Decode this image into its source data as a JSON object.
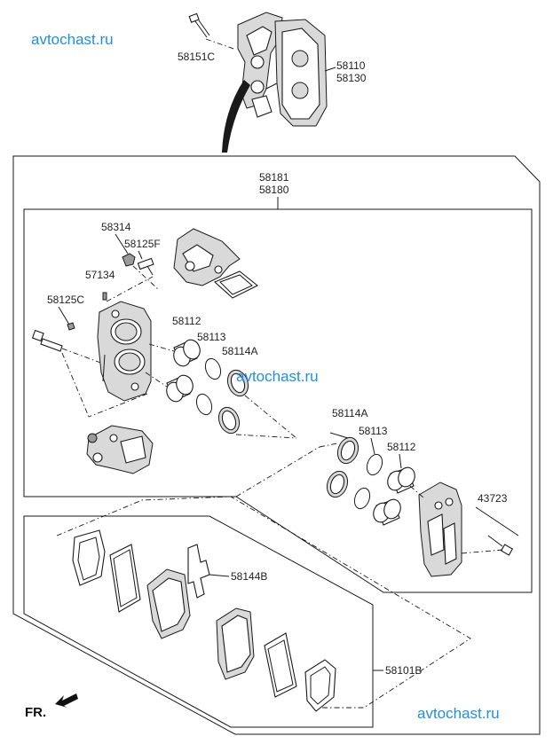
{
  "watermarks": {
    "top_left": "avtochast.ru",
    "middle": "avtochast.ru",
    "bottom_right": "avtochast.ru",
    "color": "#1e8fe6"
  },
  "part_numbers": {
    "bolt_top": "58151C",
    "caliper_line1": "58110",
    "caliper_line2": "58130",
    "assembly_line1": "58181",
    "assembly_line2": "58180",
    "cap": "58314",
    "bleeder": "58125F",
    "clip": "57134",
    "bleeder_cap": "58125C",
    "piston_left": "58112",
    "seal_left": "58113",
    "boot_left": "58114A",
    "boot_right": "58114A",
    "seal_right": "58113",
    "piston_right": "58112",
    "pin": "43723",
    "spring": "58144B",
    "pad_kit": "58101B"
  },
  "direction": {
    "label": "FR.",
    "icon": "arrow-left-down-icon"
  }
}
